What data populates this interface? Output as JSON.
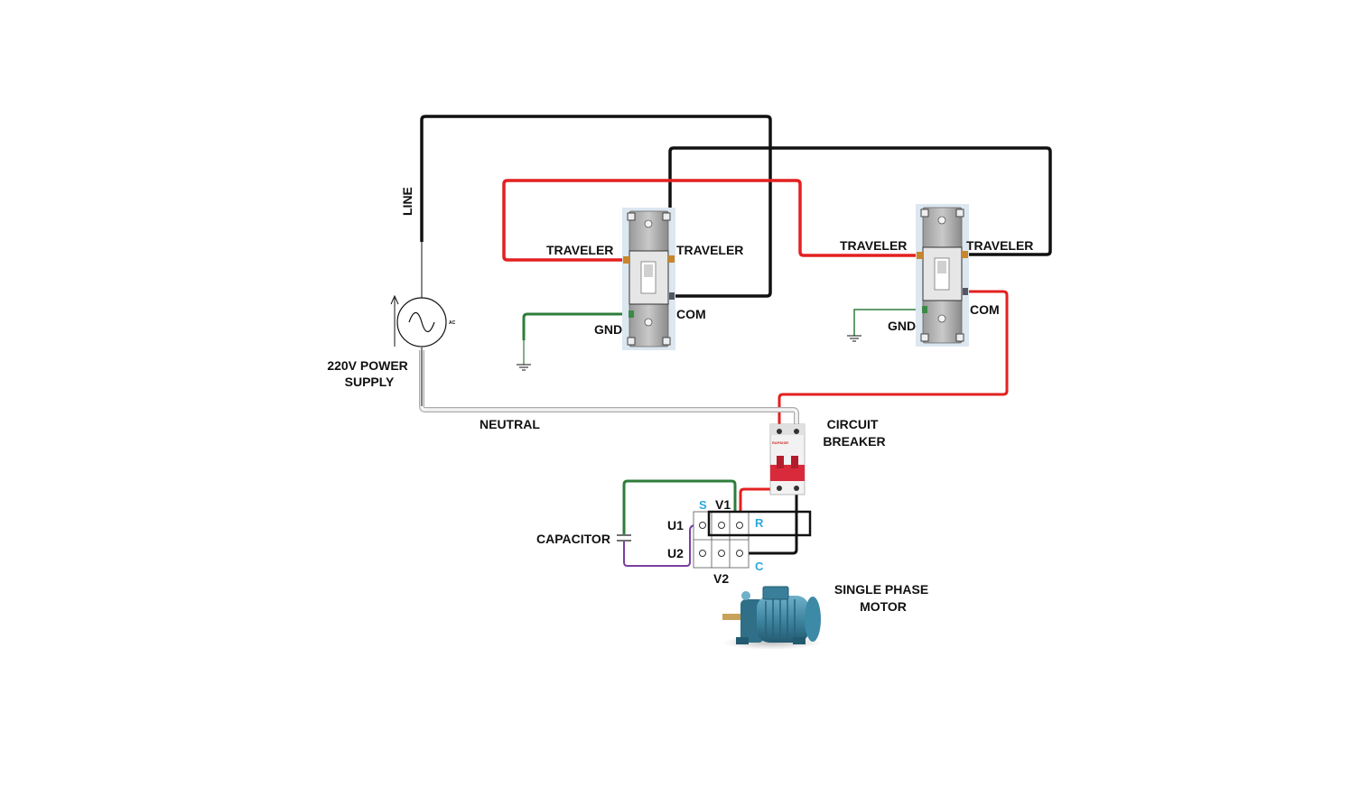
{
  "colors": {
    "line_wire": "#111111",
    "traveler_wire": "#e32020",
    "ground_wire": "#2e7d3a",
    "neutral_wire": "#d6d6d6",
    "capacitor_wire": "#7b3fa0",
    "terminal_letter": "#29a8e0",
    "motor_body": "#3f87a3",
    "breaker_handle": "#d82a3a"
  },
  "labels": {
    "line": "LINE",
    "power_supply": [
      "220V POWER",
      "SUPPLY"
    ],
    "ac_symbol": "AC",
    "neutral": "NEUTRAL",
    "switch1": {
      "traveler_left": "TRAVELER",
      "traveler_right": "TRAVELER",
      "com": "COM",
      "gnd": "GND"
    },
    "switch2": {
      "traveler_left": "TRAVELER",
      "traveler_right": "TRAVELER",
      "com": "COM",
      "gnd": "GND"
    },
    "circuit_breaker": [
      "CIRCUIT",
      "BREAKER"
    ],
    "breaker_brand": "RAPIDSR",
    "capacitor": "CAPACITOR",
    "terminals": {
      "u1": "U1",
      "u2": "U2",
      "v1": "V1",
      "v2": "V2"
    },
    "terminal_letters": {
      "s": "S",
      "r": "R",
      "c": "C"
    },
    "motor": [
      "SINGLE PHASE",
      "MOTOR"
    ]
  },
  "icons": [
    "ac-source-icon",
    "ground-icon",
    "three-way-switch-icon",
    "circuit-breaker-icon",
    "capacitor-icon",
    "motor-icon"
  ]
}
